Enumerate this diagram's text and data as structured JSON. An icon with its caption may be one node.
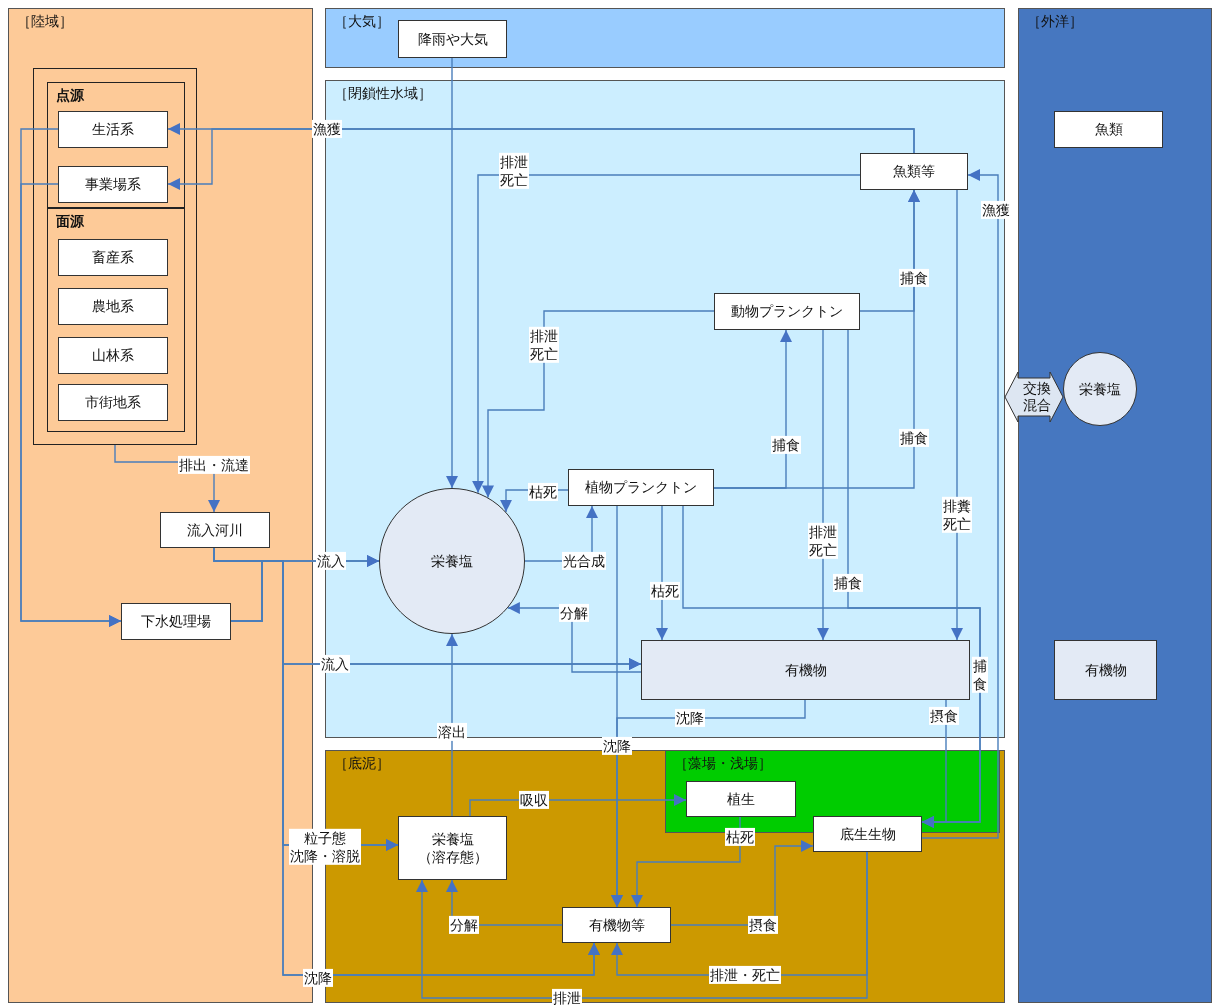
{
  "diagram": {
    "nodes": [
      {
        "text": [
          "［陸域］"
        ]
      },
      {
        "text": [],
        "shape": "box",
        "in": 0
      },
      {
        "text": [
          "点源"
        ],
        "in": 1
      },
      {
        "text": [
          "生活系"
        ],
        "in": 2
      },
      {
        "text": [
          "事業場系"
        ],
        "in": 2
      },
      {
        "text": [
          "面源"
        ],
        "in": 1
      },
      {
        "text": [
          "畜産系"
        ],
        "in": 5
      },
      {
        "text": [
          "農地系"
        ],
        "in": 5
      },
      {
        "text": [
          "山林系"
        ],
        "in": 5
      },
      {
        "text": [
          "市街地系"
        ],
        "in": 5
      },
      {
        "text": [
          "流入河川"
        ],
        "in": 0
      },
      {
        "text": [
          "下水処理場"
        ],
        "in": 0
      },
      {
        "text": [
          "［大気］"
        ]
      },
      {
        "text": [
          "降雨や大気"
        ],
        "in": 12
      },
      {
        "text": [
          "［閉鎖性水域］"
        ]
      },
      {
        "text": [
          "魚類等"
        ],
        "in": 14
      },
      {
        "text": [
          "動物プランクトン"
        ],
        "in": 14
      },
      {
        "text": [
          "栄養塩"
        ],
        "in": 14
      },
      {
        "text": [
          "植物プランクトン"
        ],
        "in": 14
      },
      {
        "text": [
          "有機物"
        ],
        "in": 14
      },
      {
        "text": [
          "［底泥］"
        ]
      },
      {
        "text": [
          "［藻場・浅場］"
        ],
        "in": 20
      },
      {
        "text": [
          "植生"
        ],
        "in": 21
      },
      {
        "text": [
          "底生生物"
        ],
        "in": 20
      },
      {
        "text": [
          "栄養塩（溶存態）"
        ],
        "in": 20
      },
      {
        "text": [
          "有機物等"
        ],
        "in": 20
      },
      {
        "text": [
          "［外洋］"
        ]
      },
      {
        "text": [
          "魚類"
        ],
        "in": 26
      },
      {
        "text": [
          "栄養塩"
        ],
        "in": 26
      },
      {
        "text": [
          "有機物"
        ],
        "in": 26
      }
    ],
    "edges": [
      {
        "from": 15,
        "to": 3,
        "arrow": "to",
        "label": "漁獲"
      },
      {
        "from": 15,
        "to": 4,
        "arrow": "to"
      },
      {
        "from": 3,
        "to": 11,
        "arrow": "to"
      },
      {
        "from": 4,
        "to": 11,
        "arrow": "to"
      },
      {
        "from": 1,
        "to": 10,
        "arrow": "to",
        "label": "排出・流達"
      },
      {
        "from": 10,
        "to": 17,
        "arrow": "to",
        "label": "流入"
      },
      {
        "from": 11,
        "to": 17,
        "arrow": "to"
      },
      {
        "from": 10,
        "to": 19,
        "arrow": "to",
        "label": "流入"
      },
      {
        "from": 11,
        "to": 19,
        "arrow": "to"
      },
      {
        "from": 10,
        "to": 24,
        "arrow": "to",
        "label": "粒子態沈降・溶脱"
      },
      {
        "from": 11,
        "to": 24,
        "arrow": "to"
      },
      {
        "from": 10,
        "to": 25,
        "arrow": "to",
        "label": "沈降"
      },
      {
        "from": 11,
        "to": 25,
        "arrow": "to"
      },
      {
        "from": 13,
        "to": 17,
        "arrow": "to"
      },
      {
        "from": 15,
        "to": 17,
        "arrow": "to",
        "label": "排泄死亡"
      },
      {
        "from": 16,
        "to": 17,
        "arrow": "to",
        "label": "排泄死亡"
      },
      {
        "from": 18,
        "to": 17,
        "arrow": "to",
        "label": "枯死"
      },
      {
        "from": 17,
        "to": 18,
        "arrow": "to",
        "label": "光合成"
      },
      {
        "from": 19,
        "to": 17,
        "arrow": "to",
        "label": "分解"
      },
      {
        "from": 18,
        "to": 16,
        "arrow": "to",
        "label": "捕食"
      },
      {
        "from": 18,
        "to": 15,
        "arrow": "to",
        "label": "捕食"
      },
      {
        "from": 16,
        "to": 15,
        "arrow": "to",
        "label": "捕食"
      },
      {
        "from": 18,
        "to": 19,
        "arrow": "to",
        "label": "枯死"
      },
      {
        "from": 16,
        "to": 19,
        "arrow": "to",
        "label": "排泄死亡"
      },
      {
        "from": 16,
        "to": 23,
        "arrow": "to",
        "label": "捕食"
      },
      {
        "from": 18,
        "to": 23,
        "arrow": "to",
        "label": "捕食"
      },
      {
        "from": 15,
        "to": 19,
        "arrow": "to",
        "label": "排糞死亡"
      },
      {
        "from": 19,
        "to": 23,
        "arrow": "to",
        "label": "摂食"
      },
      {
        "from": 23,
        "to": 15,
        "arrow": "to",
        "label": "漁獲"
      },
      {
        "from": 19,
        "to": 25,
        "arrow": "to",
        "label": "沈降"
      },
      {
        "from": 18,
        "to": 25,
        "arrow": "to",
        "label": "沈降"
      },
      {
        "from": 24,
        "to": 17,
        "arrow": "to",
        "label": "溶出"
      },
      {
        "from": 24,
        "to": 22,
        "arrow": "to",
        "label": "吸収"
      },
      {
        "from": 22,
        "to": 25,
        "arrow": "to",
        "label": "枯死"
      },
      {
        "from": 25,
        "to": 24,
        "arrow": "to",
        "label": "分解"
      },
      {
        "from": 25,
        "to": 23,
        "arrow": "to",
        "label": "摂食"
      },
      {
        "from": 23,
        "to": 25,
        "arrow": "to",
        "label": "排泄・死亡"
      },
      {
        "from": 23,
        "to": 24,
        "arrow": "to",
        "label": "排泄"
      },
      {
        "from": 14,
        "to": 28,
        "arrow": "both",
        "style": "thick",
        "label": "交換混合"
      }
    ]
  }
}
